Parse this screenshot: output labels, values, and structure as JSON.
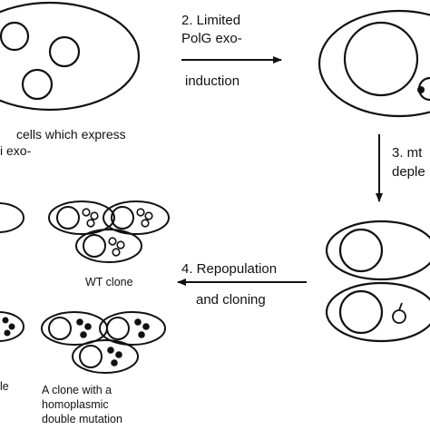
{
  "labels": {
    "step1_line1": "cells which express",
    "step1_line2": "i exo-",
    "step2_line1": "2. Limited",
    "step2_line2": "PolG exo-",
    "step2_line3": "induction",
    "step3_line1": "3. mt",
    "step3_line2": "deple",
    "step4_line1": "4. Repopulation",
    "step4_line2": "and cloning",
    "wt_clone": "WT clone",
    "left_cut_fragment": "le",
    "mutant_clone_line1": "A clone with a",
    "mutant_clone_line2": "homoplasmic",
    "mutant_clone_line3": "double mutation"
  },
  "colors": {
    "stroke": "#111111",
    "background": "#ffffff",
    "mutant_mark": "#111111"
  }
}
